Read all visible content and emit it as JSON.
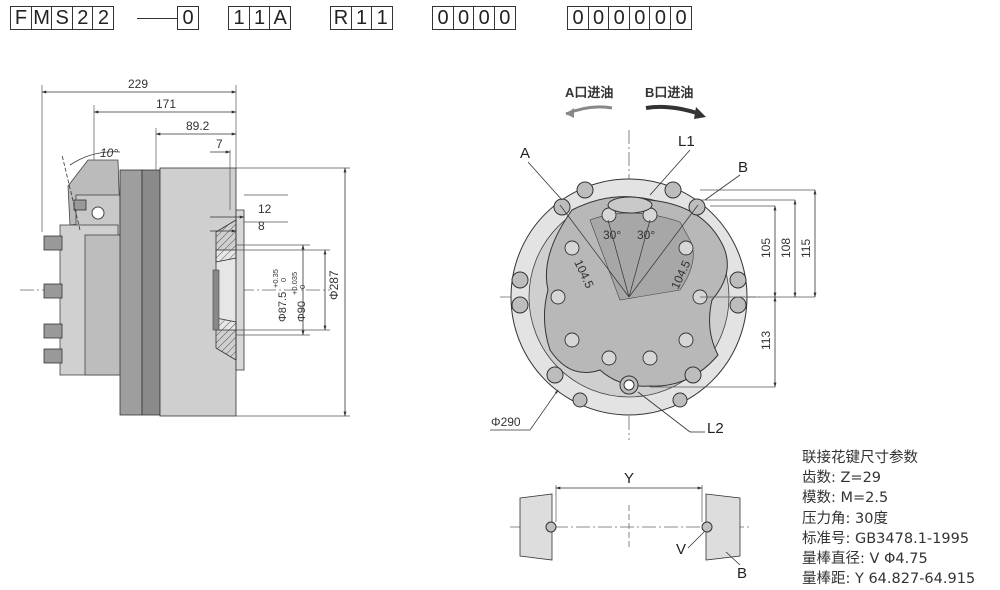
{
  "model_code": {
    "groups": [
      {
        "chars": [
          "F",
          "M",
          "S",
          "2",
          "2"
        ]
      },
      {
        "chars": [
          "0"
        ]
      },
      {
        "chars": [
          "1",
          "1",
          "A"
        ]
      },
      {
        "chars": [
          "R",
          "1",
          "1"
        ]
      },
      {
        "chars": [
          "0",
          "0",
          "0",
          "0"
        ]
      },
      {
        "chars": [
          "0",
          "0",
          "0",
          "0",
          "0",
          "0"
        ]
      }
    ]
  },
  "side_view": {
    "dims": {
      "d229": "229",
      "d171": "171",
      "d892": "89.2",
      "d7": "7",
      "d12": "12",
      "d8": "8",
      "angle10": "10°",
      "dia875": "Φ87.5",
      "dia875_tol_up": "+0.35",
      "dia875_tol_low": "0",
      "dia90": "Φ90",
      "dia90_tol_up": "+0.035",
      "dia90_tol_low": "0",
      "dia287": "Φ287"
    }
  },
  "front_view": {
    "port_a_flow": "A口进油",
    "port_b_flow": "B口进油",
    "labels": {
      "A": "A",
      "B": "B",
      "L1": "L1",
      "L2": "L2"
    },
    "dims": {
      "d105": "105",
      "d108": "108",
      "d115": "115",
      "d113": "113",
      "ang30a": "30°",
      "ang30b": "30°",
      "r1045a": "104.5",
      "r1045b": "104.5",
      "dia290": "Φ290"
    }
  },
  "spline_view": {
    "Y": "Y",
    "V": "V",
    "B": "B"
  },
  "spline_params": {
    "title": "联接花键尺寸参数",
    "lines": [
      "齿数: Z=29",
      "模数: M=2.5",
      "压力角: 30度",
      "标准号: GB3478.1-1995",
      "量棒直径: V Φ4.75",
      "量棒距: Y 64.827-64.915"
    ]
  }
}
